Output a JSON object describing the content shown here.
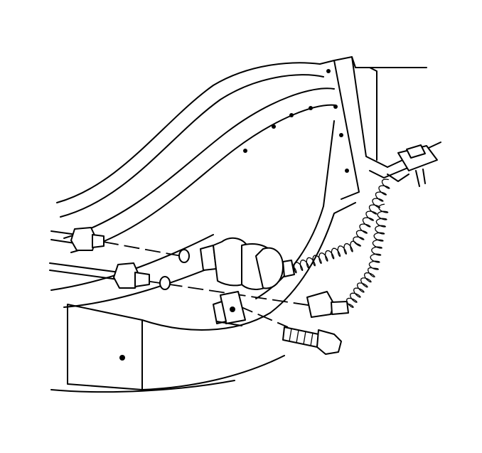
{
  "diagram": {
    "colors": {
      "line": "#000000",
      "background": "#ffffff"
    },
    "parts": [
      "fender-panel",
      "frame-bracket",
      "fuel-filter",
      "inlet-fitting",
      "outlet-fitting",
      "sealing-washer-upper",
      "sealing-washer-lower",
      "mounting-clamp",
      "mounting-bolt",
      "fuel-hose-spring",
      "hose-end-fitting",
      "frame-clamp-nut"
    ]
  }
}
